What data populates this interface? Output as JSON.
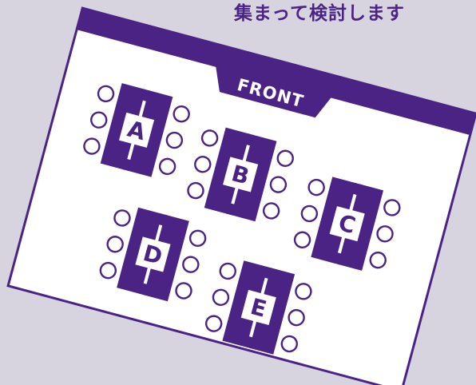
{
  "heading": "集まって検討します",
  "room": {
    "front_label": "FRONT"
  },
  "tables": [
    {
      "letter": "A"
    },
    {
      "letter": "B"
    },
    {
      "letter": "C"
    },
    {
      "letter": "D"
    },
    {
      "letter": "E"
    }
  ],
  "colors": {
    "background": "#d7d4df",
    "accent": "#4b2385",
    "paper": "#ffffff"
  },
  "icons": {
    "seat": "circle-outline",
    "table": "double-table-block"
  }
}
